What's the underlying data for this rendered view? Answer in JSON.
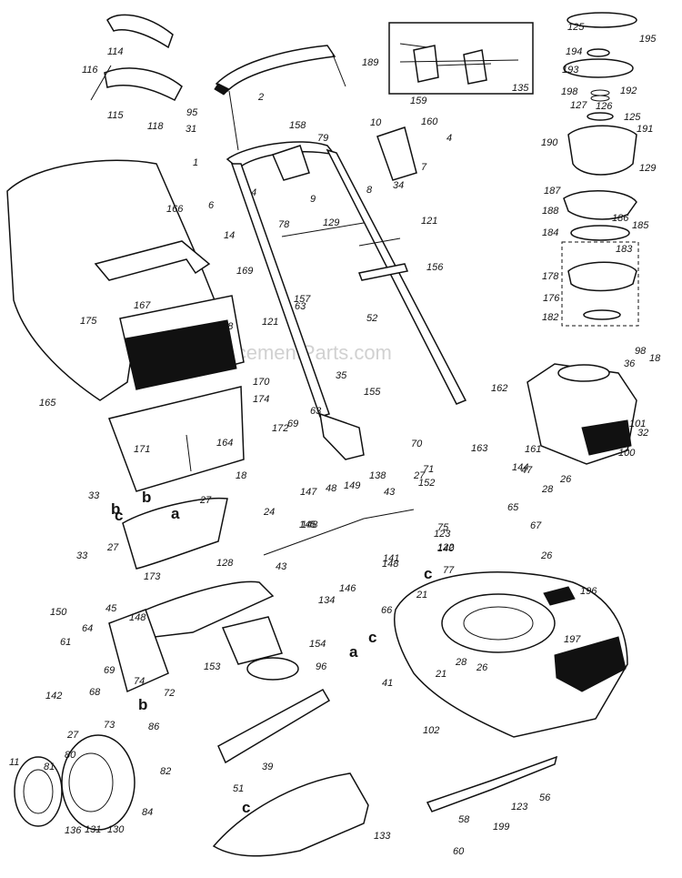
{
  "watermark": "eReplacementParts.com",
  "part_numbers": [
    "114",
    "116",
    "115",
    "95",
    "118",
    "31",
    "2",
    "189",
    "135",
    "125",
    "195",
    "194",
    "193",
    "198",
    "192",
    "126",
    "127",
    "125",
    "190",
    "191",
    "129",
    "187",
    "188",
    "186",
    "185",
    "184",
    "183",
    "178",
    "176",
    "182",
    "159",
    "160",
    "10",
    "4",
    "7",
    "8",
    "34",
    "158",
    "79",
    "1",
    "4",
    "9",
    "129",
    "6",
    "14",
    "78",
    "121",
    "156",
    "52",
    "63",
    "157",
    "121",
    "169",
    "166",
    "167",
    "168",
    "175",
    "165",
    "170",
    "174",
    "35",
    "155",
    "63",
    "69",
    "172",
    "171",
    "164",
    "18",
    "33",
    "27",
    "24",
    "33",
    "27",
    "173",
    "162",
    "163",
    "161",
    "144",
    "47",
    "28",
    "26",
    "65",
    "67",
    "26",
    "70",
    "71",
    "27",
    "152",
    "138",
    "43",
    "75",
    "122",
    "123",
    "140",
    "141",
    "148",
    "149",
    "48",
    "147",
    "145",
    "148",
    "146",
    "134",
    "128",
    "43",
    "36",
    "98",
    "18",
    "101",
    "32",
    "100",
    "196",
    "77",
    "21",
    "66",
    "197",
    "41",
    "21",
    "28",
    "26",
    "102",
    "154",
    "153",
    "96",
    "51",
    "39",
    "56",
    "123",
    "199",
    "58",
    "60",
    "133",
    "150",
    "45",
    "148",
    "64",
    "61",
    "142",
    "68",
    "74",
    "72",
    "69",
    "73",
    "86",
    "27",
    "81",
    "80",
    "11",
    "82",
    "84",
    "130",
    "131",
    "136"
  ],
  "callout_letters": [
    "a",
    "b",
    "c",
    "c",
    "a",
    "b",
    "c",
    "b",
    "c"
  ]
}
